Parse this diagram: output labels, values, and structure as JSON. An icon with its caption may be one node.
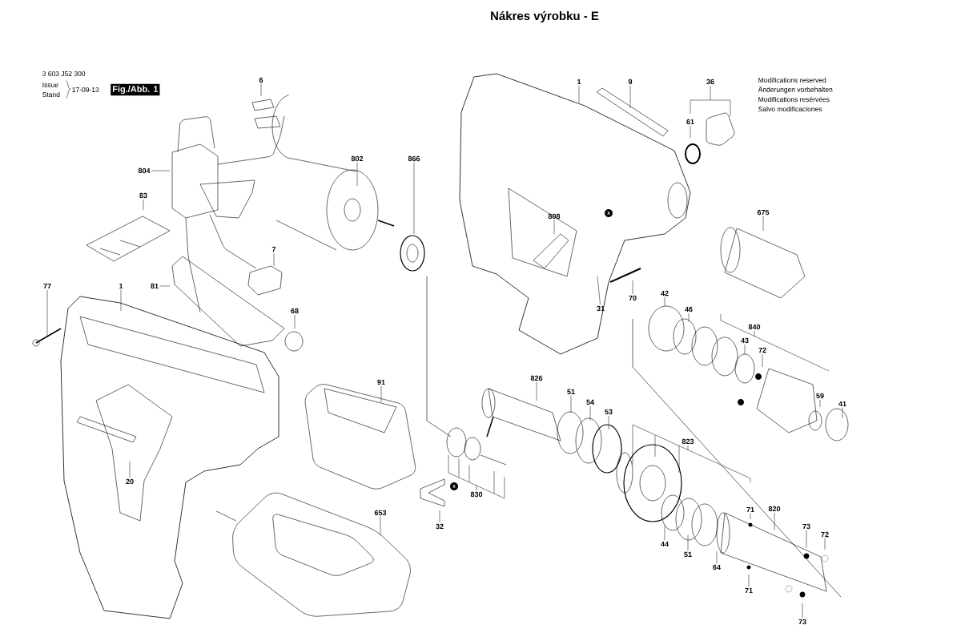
{
  "diagram": {
    "title": "Nákres výrobku - E",
    "nodes": [
      {
        "text": [
          "6"
        ]
      },
      {
        "text": [
          "804"
        ]
      },
      {
        "text": [
          "802"
        ]
      },
      {
        "text": [
          "866"
        ]
      },
      {
        "text": [
          "83"
        ]
      },
      {
        "text": [
          "7"
        ]
      },
      {
        "text": [
          "77"
        ]
      },
      {
        "text": [
          "1"
        ]
      },
      {
        "text": [
          "81"
        ]
      },
      {
        "text": [
          "68"
        ]
      },
      {
        "text": [
          "1"
        ]
      },
      {
        "text": [
          "9"
        ]
      },
      {
        "text": [
          "36"
        ]
      },
      {
        "text": [
          "61"
        ]
      },
      {
        "text": [
          "675"
        ]
      },
      {
        "text": [
          "808"
        ]
      },
      {
        "text": [
          "31"
        ]
      },
      {
        "text": [
          "70"
        ]
      },
      {
        "text": [
          "42"
        ]
      },
      {
        "text": [
          "46"
        ]
      },
      {
        "text": [
          "840"
        ]
      },
      {
        "text": [
          "43"
        ]
      },
      {
        "text": [
          "72"
        ]
      },
      {
        "text": [
          "59"
        ]
      },
      {
        "text": [
          "41"
        ]
      },
      {
        "text": [
          "826"
        ]
      },
      {
        "text": [
          "51"
        ]
      },
      {
        "text": [
          "54"
        ]
      },
      {
        "text": [
          "53"
        ]
      },
      {
        "text": [
          "823"
        ]
      },
      {
        "text": [
          "71"
        ]
      },
      {
        "text": [
          "820"
        ]
      },
      {
        "text": [
          "73"
        ]
      },
      {
        "text": [
          "72"
        ]
      },
      {
        "text": [
          "44"
        ]
      },
      {
        "text": [
          "51"
        ]
      },
      {
        "text": [
          "64"
        ]
      },
      {
        "text": [
          "71"
        ]
      },
      {
        "text": [
          "73"
        ]
      },
      {
        "text": [
          "91"
        ]
      },
      {
        "text": [
          "830"
        ]
      },
      {
        "text": [
          "32"
        ]
      },
      {
        "text": [
          "20"
        ]
      },
      {
        "text": [
          "653"
        ]
      }
    ],
    "edges": [
      {
        "from": 0,
        "to": null,
        "arrow": "none"
      },
      {
        "from": 1,
        "to": null,
        "arrow": "none"
      },
      {
        "from": 2,
        "to": null,
        "arrow": "none"
      },
      {
        "from": 3,
        "to": null,
        "arrow": "none"
      },
      {
        "from": 4,
        "to": null,
        "arrow": "none"
      },
      {
        "from": 5,
        "to": null,
        "arrow": "none"
      },
      {
        "from": 6,
        "to": null,
        "arrow": "none"
      },
      {
        "from": 7,
        "to": null,
        "arrow": "none"
      },
      {
        "from": 8,
        "to": null,
        "arrow": "none"
      },
      {
        "from": 9,
        "to": null,
        "arrow": "none"
      },
      {
        "from": 10,
        "to": null,
        "arrow": "none"
      },
      {
        "from": 11,
        "to": null,
        "arrow": "none"
      },
      {
        "from": 12,
        "to": null,
        "arrow": "none"
      },
      {
        "from": 13,
        "to": null,
        "arrow": "none"
      },
      {
        "from": 14,
        "to": null,
        "arrow": "none"
      },
      {
        "from": 15,
        "to": null,
        "arrow": "none"
      },
      {
        "from": 16,
        "to": null,
        "arrow": "none"
      },
      {
        "from": 17,
        "to": null,
        "arrow": "none"
      },
      {
        "from": 18,
        "to": null,
        "arrow": "none"
      },
      {
        "from": 19,
        "to": null,
        "arrow": "none"
      },
      {
        "from": 20,
        "to": null,
        "arrow": "none"
      },
      {
        "from": 21,
        "to": null,
        "arrow": "none"
      },
      {
        "from": 22,
        "to": null,
        "arrow": "none"
      },
      {
        "from": 23,
        "to": null,
        "arrow": "none"
      },
      {
        "from": 24,
        "to": null,
        "arrow": "none"
      },
      {
        "from": 25,
        "to": null,
        "arrow": "none"
      },
      {
        "from": 26,
        "to": null,
        "arrow": "none"
      },
      {
        "from": 27,
        "to": null,
        "arrow": "none"
      },
      {
        "from": 28,
        "to": null,
        "arrow": "none"
      },
      {
        "from": 29,
        "to": null,
        "arrow": "none"
      },
      {
        "from": 30,
        "to": null,
        "arrow": "none"
      },
      {
        "from": 31,
        "to": null,
        "arrow": "none"
      },
      {
        "from": 32,
        "to": null,
        "arrow": "none"
      },
      {
        "from": 33,
        "to": null,
        "arrow": "none"
      },
      {
        "from": 34,
        "to": null,
        "arrow": "none"
      },
      {
        "from": 35,
        "to": null,
        "arrow": "none"
      },
      {
        "from": 36,
        "to": null,
        "arrow": "none"
      },
      {
        "from": 37,
        "to": null,
        "arrow": "none"
      },
      {
        "from": 38,
        "to": null,
        "arrow": "none"
      },
      {
        "from": 39,
        "to": null,
        "arrow": "none"
      },
      {
        "from": 40,
        "to": null,
        "arrow": "none"
      },
      {
        "from": 41,
        "to": null,
        "arrow": "none"
      },
      {
        "from": 42,
        "to": null,
        "arrow": "none"
      },
      {
        "from": 43,
        "to": null,
        "arrow": "none"
      }
    ],
    "labels": [
      "3 603 J52 300",
      "Issue",
      "Stand",
      "17-09-13",
      "Fig./Abb. 1",
      "Modifications reserved",
      "Änderungen vorbehalten",
      "Modifications resérvées",
      "Salvo modificaciones",
      "x",
      "x"
    ]
  }
}
